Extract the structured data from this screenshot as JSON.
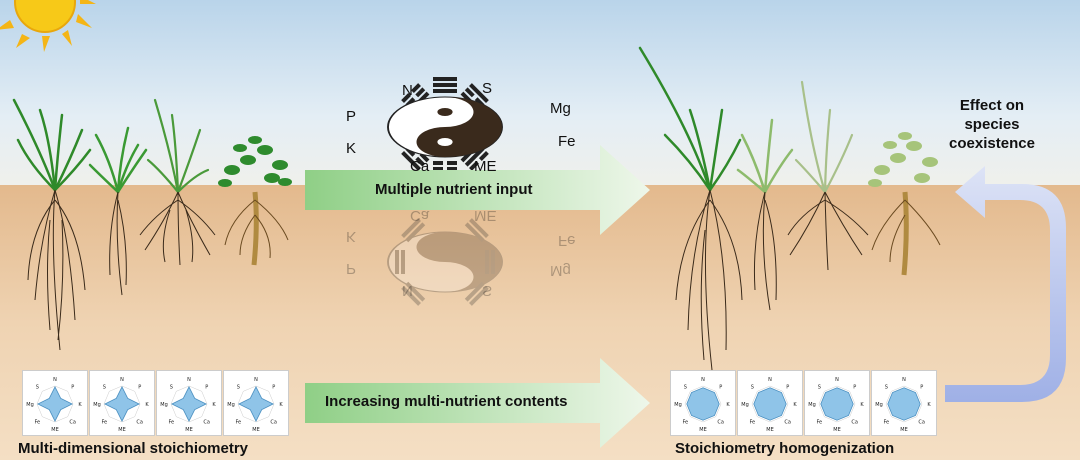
{
  "nutrients": [
    "N",
    "S",
    "Mg",
    "Fe",
    "ME",
    "Ca",
    "K",
    "P"
  ],
  "arrows": {
    "top": "Multiple nutrient input",
    "bottom": "Increasing multi-nutrient contents"
  },
  "labels": {
    "left_bottom": "Multi-dimensional stoichiometry",
    "right_bottom": "Stoichiometry homogenization",
    "side_line1": "Effect on",
    "side_line2": "species",
    "side_line3": "coexistence"
  },
  "radar_axes": [
    "N",
    "P",
    "K",
    "Ca",
    "ME",
    "Fe",
    "Mg",
    "S"
  ],
  "colors": {
    "radar_fill": "#8fc4e8",
    "radar_stroke": "#4a8fc0",
    "arrow_green": "#a8d8a0",
    "curved_arrow": "#b8c4ec",
    "sky_top": "#c9dff0",
    "soil": "#e9c9a2",
    "sun": "#f5c51b"
  }
}
